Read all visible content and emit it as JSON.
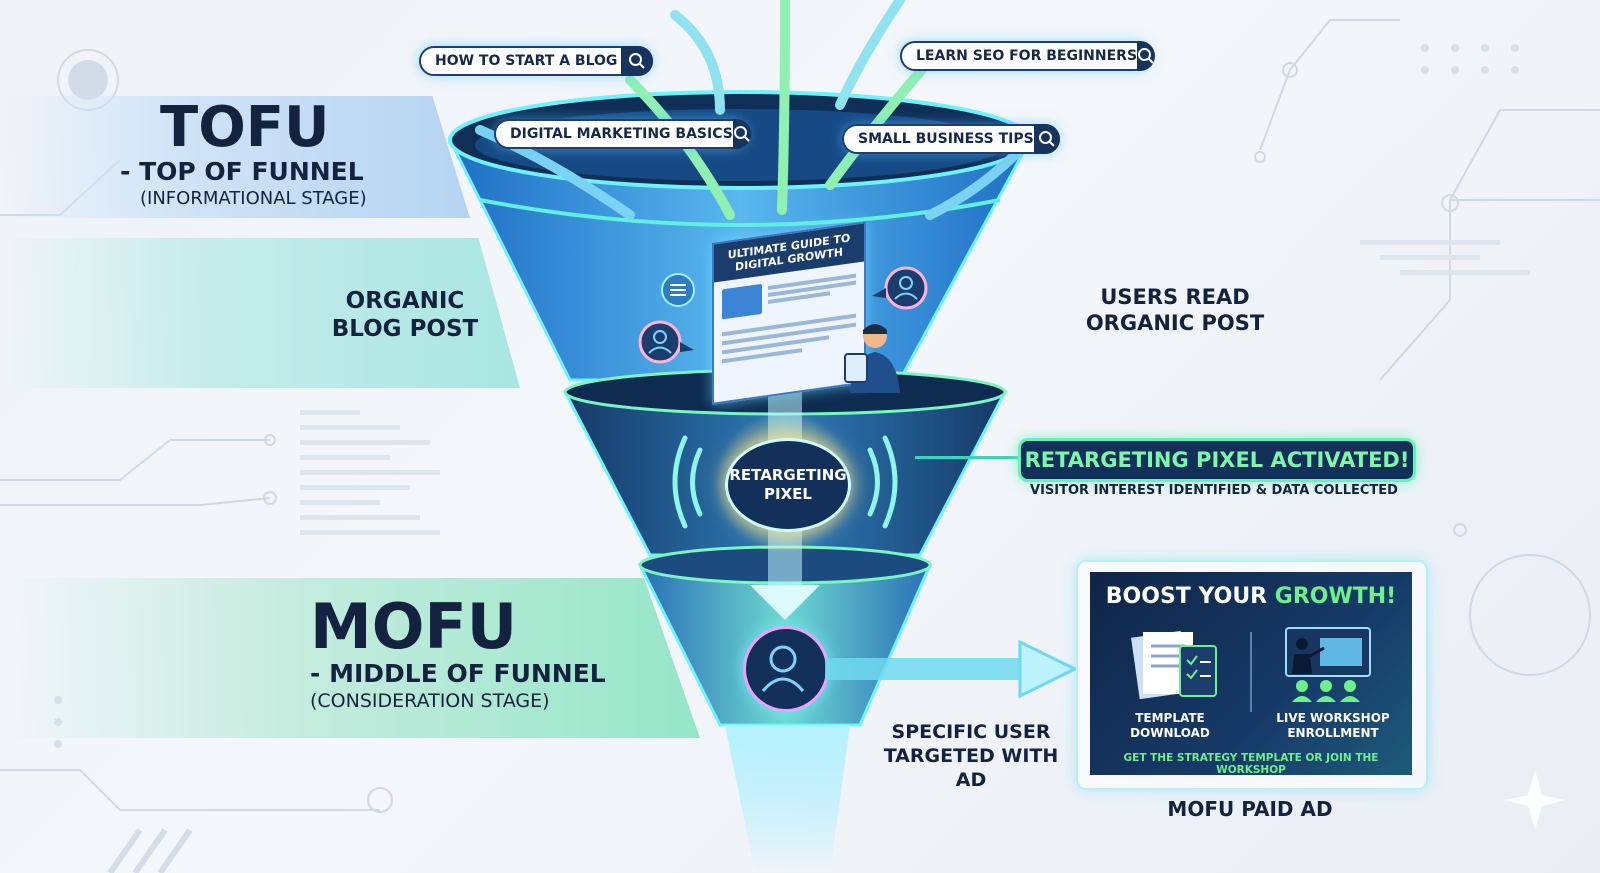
{
  "searches": [
    {
      "query": "HOW TO START A BLOG"
    },
    {
      "query": "LEARN SEO FOR BEGINNERS"
    },
    {
      "query": "DIGITAL MARKETING BASICS"
    },
    {
      "query": "SMALL BUSINESS TIPS"
    }
  ],
  "tofu": {
    "title": "TOFU",
    "subtitle": "- TOP OF FUNNEL",
    "stage": "(INFORMATIONAL STAGE)"
  },
  "organic": {
    "line1": "ORGANIC",
    "line2": "BLOG POST"
  },
  "blog_card": {
    "title_line1": "ULTIMATE GUIDE TO",
    "title_line2": "DIGITAL GROWTH"
  },
  "users_read": {
    "line1": "USERS READ",
    "line2": "ORGANIC POST"
  },
  "pixel": {
    "line1": "RETARGETING",
    "line2": "PIXEL"
  },
  "pixel_banner": {
    "title": "RETARGETING PIXEL ACTIVATED!",
    "subtitle": "VISITOR INTEREST IDENTIFIED & DATA COLLECTED"
  },
  "mofu": {
    "title": "MOFU",
    "subtitle": "- MIDDLE OF FUNNEL",
    "stage": "(CONSIDERATION STAGE)"
  },
  "targeted": {
    "line1": "SPECIFIC USER",
    "line2": "TARGETED WITH AD"
  },
  "ad": {
    "headline_a": "BOOST YOUR ",
    "headline_b": "GROWTH!",
    "option1_line1": "TEMPLATE",
    "option1_line2": "DOWNLOAD",
    "option2_line1": "LIVE WORKSHOP",
    "option2_line2": "ENROLLMENT",
    "cta": "GET THE STRATEGY TEMPLATE OR JOIN THE WORKSHOP",
    "caption": "MOFU PAID AD"
  },
  "colors": {
    "navy": "#13233f",
    "teal": "#4de3c2",
    "green": "#6ef08a",
    "cyan": "#39c8ff",
    "funnel": "#2f7fd0"
  }
}
